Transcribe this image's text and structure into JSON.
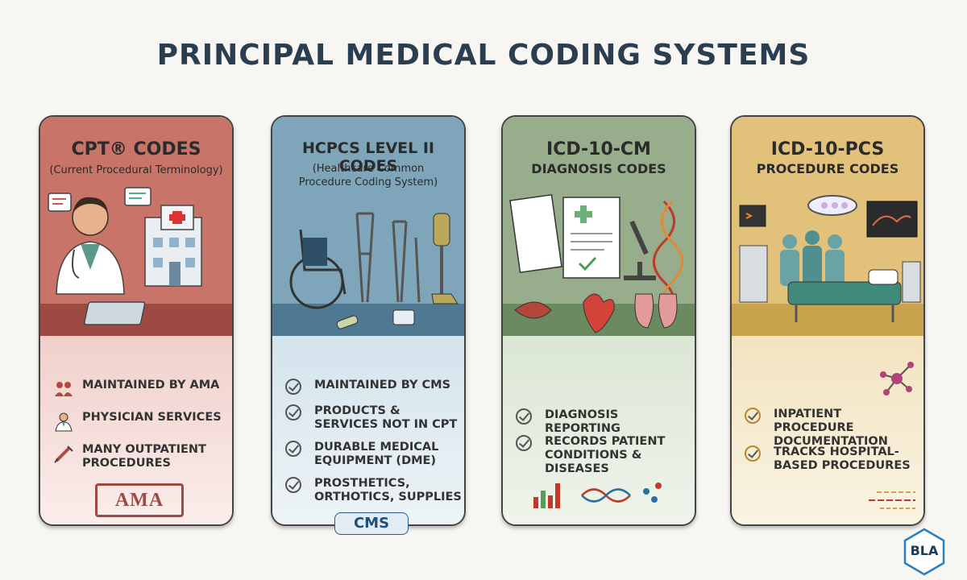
{
  "page": {
    "title": "PRINCIPAL MEDICAL CODING SYSTEMS"
  },
  "cards": [
    {
      "title": "CPT® CODES",
      "subtitle": "(Current Procedural Terminology)",
      "items": [
        "MAINTAINED BY AMA",
        "PHYSICIAN SERVICES",
        "MANY OUTPATIENT PROCEDURES"
      ],
      "logo": "AMA",
      "colors": {
        "head": "#c97468",
        "foot": "#f5dcd8",
        "platform": "#9c4a43"
      }
    },
    {
      "title": "HCPCS LEVEL II CODES",
      "subtitle": "(Healthcare Common Procedure Coding System)",
      "items": [
        "MAINTAINED BY CMS",
        "PRODUCTS & SERVICES NOT IN CPT",
        "DURABLE MEDICAL EQUIPMENT (DME)",
        "PROSTHETICS, ORTHOTICS, SUPPLIES"
      ],
      "logo": "CMS",
      "colors": {
        "head": "#7fa5ba",
        "foot": "#dde9f0",
        "platform": "#4f7891"
      }
    },
    {
      "title": "ICD-10-CM",
      "subtitle": "DIAGNOSIS CODES",
      "items": [
        "DIAGNOSIS REPORTING",
        "RECORDS PATIENT CONDITIONS & DISEASES"
      ],
      "colors": {
        "head": "#97ad8c",
        "foot": "#e5ecdf",
        "platform": "#6b8a60"
      }
    },
    {
      "title": "ICD-10-PCS",
      "subtitle": "PROCEDURE CODES",
      "items": [
        "INPATIENT PROCEDURE DOCUMENTATION",
        "TRACKS HOSPITAL-BASED PROCEDURES"
      ],
      "colors": {
        "head": "#e2c17a",
        "foot": "#f7ecd0",
        "platform": "#c9a24e"
      }
    }
  ],
  "badge": {
    "text": "BLA"
  }
}
